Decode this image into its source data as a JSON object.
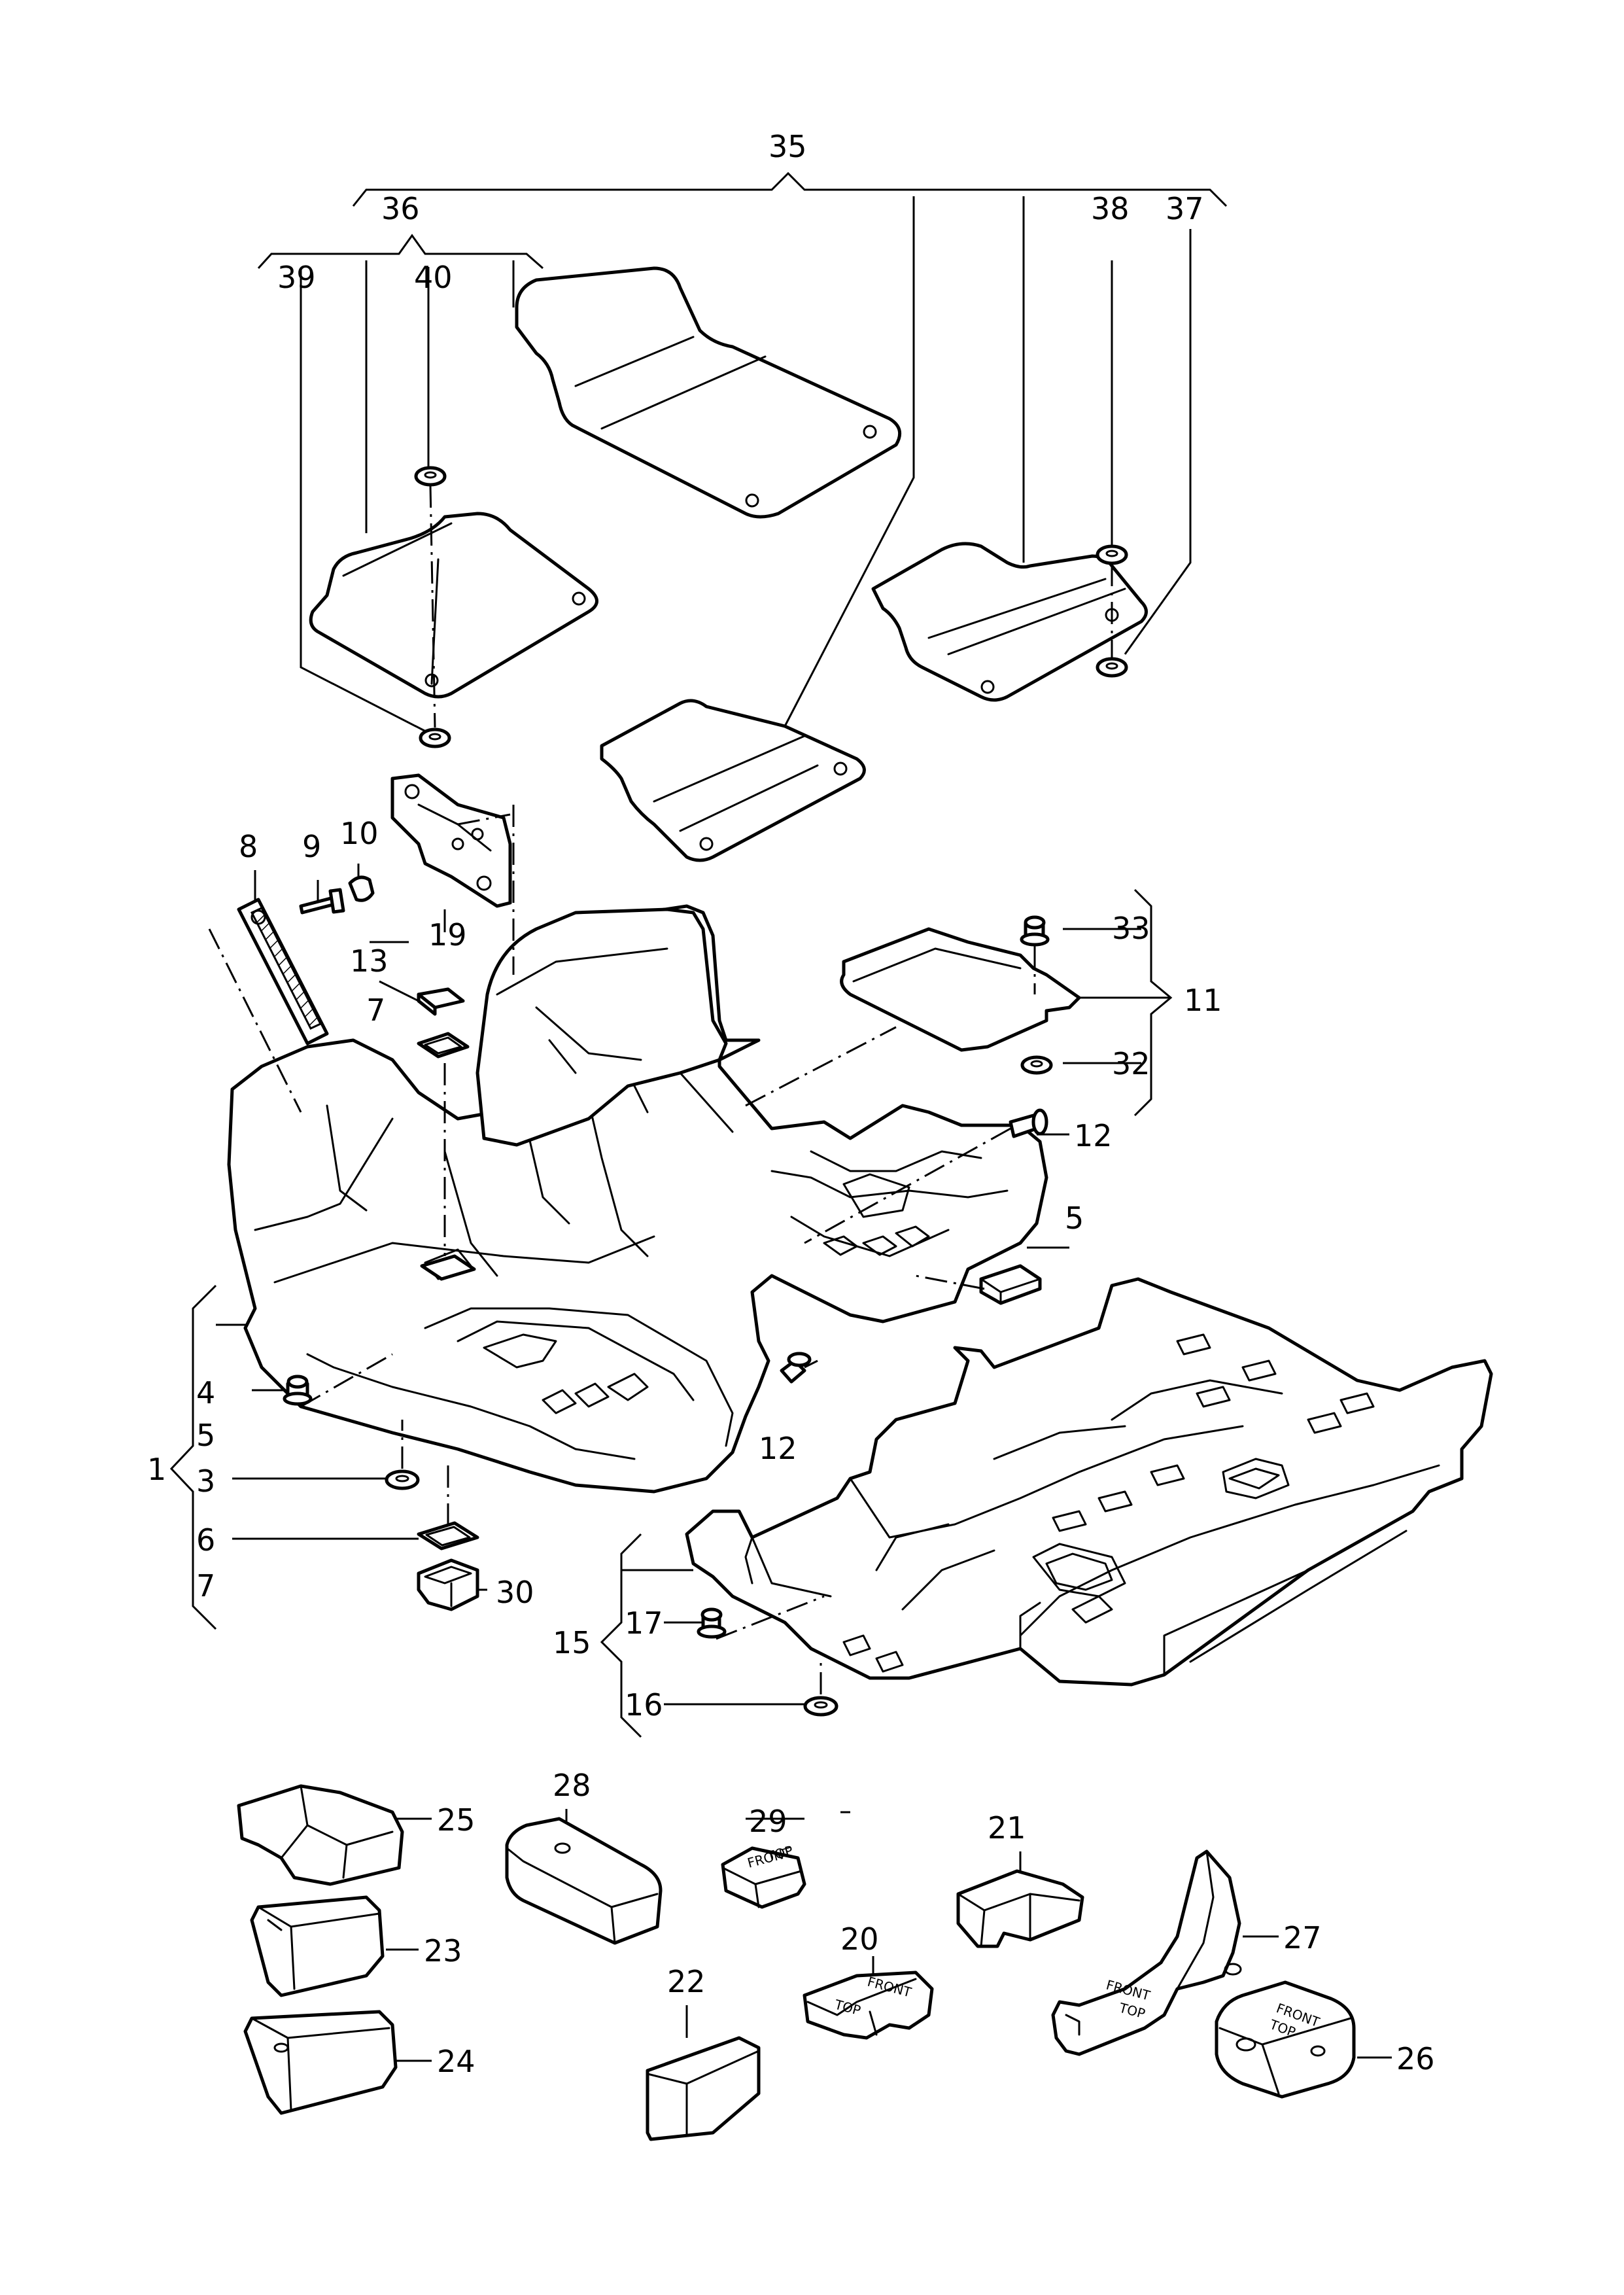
{
  "labels": {
    "p1": "1",
    "p3": "3",
    "p4": "4",
    "p5": "5",
    "p6": "6",
    "p7a": "7",
    "p7b": "7",
    "p8": "8",
    "p9": "9",
    "p10": "10",
    "p11": "11",
    "p12a": "12",
    "p12b": "12",
    "p13": "13",
    "p15": "15",
    "p16": "16",
    "p17": "17",
    "p19": "19",
    "p20": "20",
    "p21": "21",
    "p22": "22",
    "p23": "23",
    "p24": "24",
    "p25": "25",
    "p26": "26",
    "p27": "27",
    "p28": "28",
    "p29": "29",
    "p30": "30",
    "p32": "32",
    "p33": "33",
    "p35": "35",
    "p36": "36",
    "p37": "37",
    "p38": "38",
    "p39": "39",
    "p40": "40"
  },
  "stamps": {
    "front": "FRONT",
    "top": "TOP"
  }
}
